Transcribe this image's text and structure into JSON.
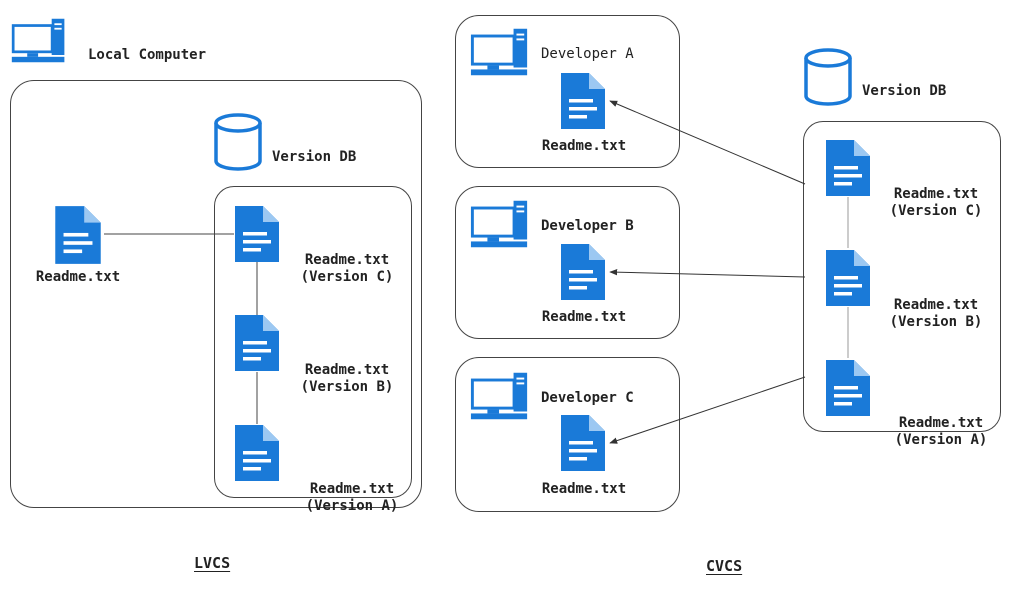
{
  "colors": {
    "icon_blue": "#1a7ad8",
    "line": "#444444"
  },
  "lvcs": {
    "title": "LVCS",
    "computer_label": "Local Computer",
    "version_db_label": "Version DB",
    "working_file": "Readme.txt",
    "versions": [
      {
        "name": "Readme.txt",
        "version": "(Version C)"
      },
      {
        "name": "Readme.txt",
        "version": "(Version B)"
      },
      {
        "name": "Readme.txt",
        "version": "(Version A)"
      }
    ]
  },
  "cvcs": {
    "title": "CVCS",
    "version_db_label": "Version DB",
    "developers": [
      {
        "name": "Developer A",
        "file": "Readme.txt"
      },
      {
        "name": "Developer B",
        "file": "Readme.txt"
      },
      {
        "name": "Developer C",
        "file": "Readme.txt"
      }
    ],
    "versions": [
      {
        "name": "Readme.txt",
        "version": "(Version C)"
      },
      {
        "name": "Readme.txt",
        "version": "(Version B)"
      },
      {
        "name": "Readme.txt",
        "version": "(Version A)"
      }
    ]
  }
}
